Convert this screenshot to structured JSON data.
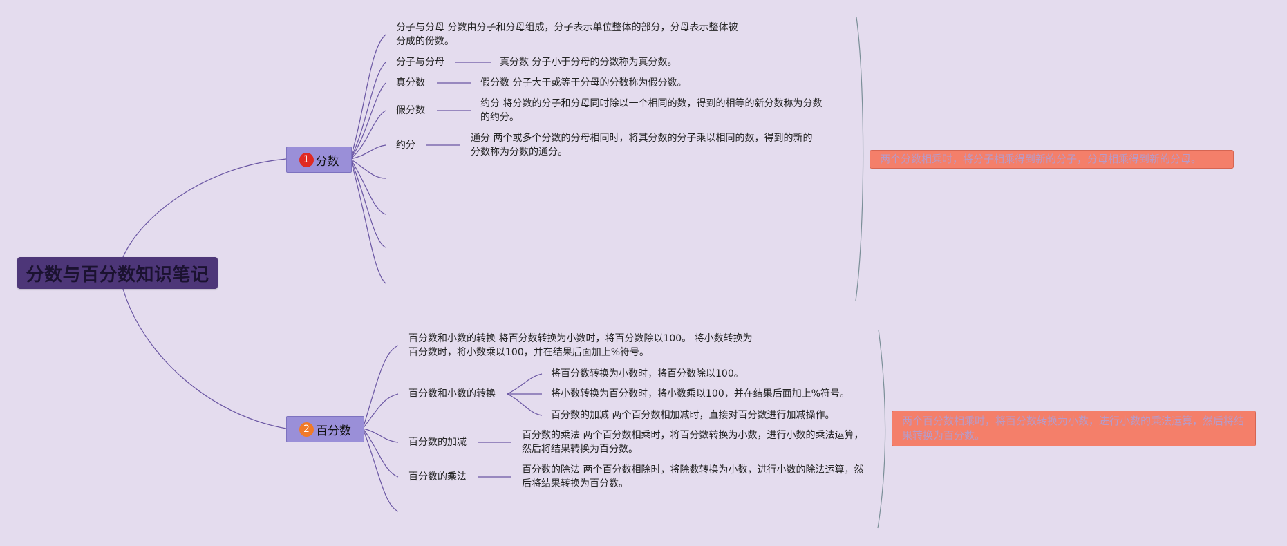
{
  "root": {
    "title": "分数与百分数知识笔记"
  },
  "branches": [
    {
      "label": "分数",
      "badge": "1",
      "note": "两个分数相乘时，将分子相乘得到新的分子，分母相乘得到新的分母。",
      "items": [
        {
          "label": "分子与分母 分数由分子和分母组成，分子表示单位整体的部分，分母表示整体被分成的份数。"
        },
        {
          "label": "分子与分母",
          "detail": "真分数 分子小于分母的分数称为真分数。"
        },
        {
          "label": "真分数",
          "detail": "假分数 分子大于或等于分母的分数称为假分数。"
        },
        {
          "label": "假分数",
          "detail": "约分 将分数的分子和分母同时除以一个相同的数，得到的相等的新分数称为分数的约分。"
        },
        {
          "label": "约分",
          "detail": "通分 两个或多个分数的分母相同时，将其分数的分子乘以相同的数，得到的新的分数称为分数的通分。"
        }
      ]
    },
    {
      "label": "百分数",
      "badge": "2",
      "note": "两个百分数相乘时，将百分数转换为小数，进行小数的乘法运算，然后将结果转换为百分数。",
      "items": [
        {
          "label": "百分数和小数的转换 将百分数转换为小数时，将百分数除以100。 将小数转换为百分数时，将小数乘以100，并在结果后面加上%符号。"
        },
        {
          "label": "百分数和小数的转换",
          "children": [
            "将百分数转换为小数时，将百分数除以100。",
            "将小数转换为百分数时，将小数乘以100，并在结果后面加上%符号。",
            "百分数的加减 两个百分数相加减时，直接对百分数进行加减操作。"
          ]
        },
        {
          "label": "百分数的加减",
          "detail": "百分数的乘法 两个百分数相乘时，将百分数转换为小数，进行小数的乘法运算，然后将结果转换为百分数。"
        },
        {
          "label": "百分数的乘法",
          "detail": "百分数的除法 两个百分数相除时，将除数转换为小数，进行小数的除法运算，然后将结果转换为百分数。"
        }
      ]
    }
  ],
  "colors": {
    "background": "#e4dcee",
    "root_fill": "#4d3678",
    "branch_fill": "#9a8fd8",
    "note_fill": "#f47f6a",
    "connector": "#6a56a3",
    "summary_brace": "#7b8f98",
    "badge_1": "#e02a22",
    "badge_2": "#f07a28"
  }
}
